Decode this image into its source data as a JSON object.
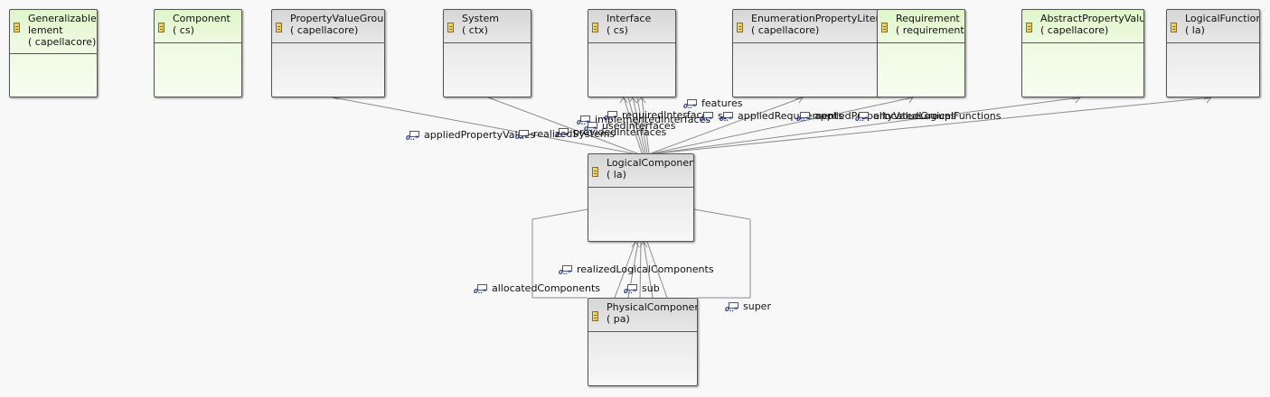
{
  "classes": [
    {
      "id": "generalizable_element",
      "lines": [
        "GeneralizableE",
        "lement",
        "( capellacore)"
      ],
      "color": "green"
    },
    {
      "id": "component",
      "lines": [
        "Component",
        "( cs)"
      ],
      "color": "green"
    },
    {
      "id": "property_value_group",
      "lines": [
        "PropertyValueGroup",
        "( capellacore)"
      ],
      "color": "grey"
    },
    {
      "id": "system",
      "lines": [
        "System",
        "( ctx)"
      ],
      "color": "grey"
    },
    {
      "id": "interface",
      "lines": [
        "Interface",
        "( cs)"
      ],
      "color": "grey"
    },
    {
      "id": "enumeration_property_literal",
      "lines": [
        "EnumerationPropertyLiteral",
        "( capellacore)"
      ],
      "color": "grey"
    },
    {
      "id": "requirement",
      "lines": [
        "Requirement",
        "( requirement)"
      ],
      "color": "green"
    },
    {
      "id": "abstract_property_value",
      "lines": [
        "AbstractPropertyValue",
        "( capellacore)"
      ],
      "color": "green"
    },
    {
      "id": "logical_function",
      "lines": [
        "LogicalFunction",
        "( la)"
      ],
      "color": "grey"
    },
    {
      "id": "logical_component",
      "lines": [
        "LogicalComponent",
        "( la)"
      ],
      "color": "grey"
    },
    {
      "id": "physical_component",
      "lines": [
        "PhysicalComponent",
        "( pa)"
      ],
      "color": "grey"
    }
  ],
  "references": [
    {
      "id": "features",
      "text": "features"
    },
    {
      "id": "required_interfaces",
      "text": "requiredInterfaces"
    },
    {
      "id": "implemented_interfaces",
      "text": "implementedInterfaces"
    },
    {
      "id": "used_interfaces",
      "text": "usedInterfaces"
    },
    {
      "id": "provided_interfaces",
      "text": "providedInterfaces"
    },
    {
      "id": "applied_property_values",
      "text": "appliedPropertyValues"
    },
    {
      "id": "realized_systems",
      "text": "realizedSystems"
    },
    {
      "id": "st",
      "text": "st"
    },
    {
      "id": "applied_requirements",
      "text": "appliedRequirements"
    },
    {
      "id": "applied_property_value_groups",
      "text": "appliedPropertyValueGroups"
    },
    {
      "id": "allocated_logical_functions",
      "text": "allocatedLogicalFunctions"
    },
    {
      "id": "realized_logical_components",
      "text": "realizedLogicalComponents"
    },
    {
      "id": "allocated_components",
      "text": "allocatedComponents"
    },
    {
      "id": "sub",
      "text": "sub"
    },
    {
      "id": "super",
      "text": "super"
    }
  ]
}
